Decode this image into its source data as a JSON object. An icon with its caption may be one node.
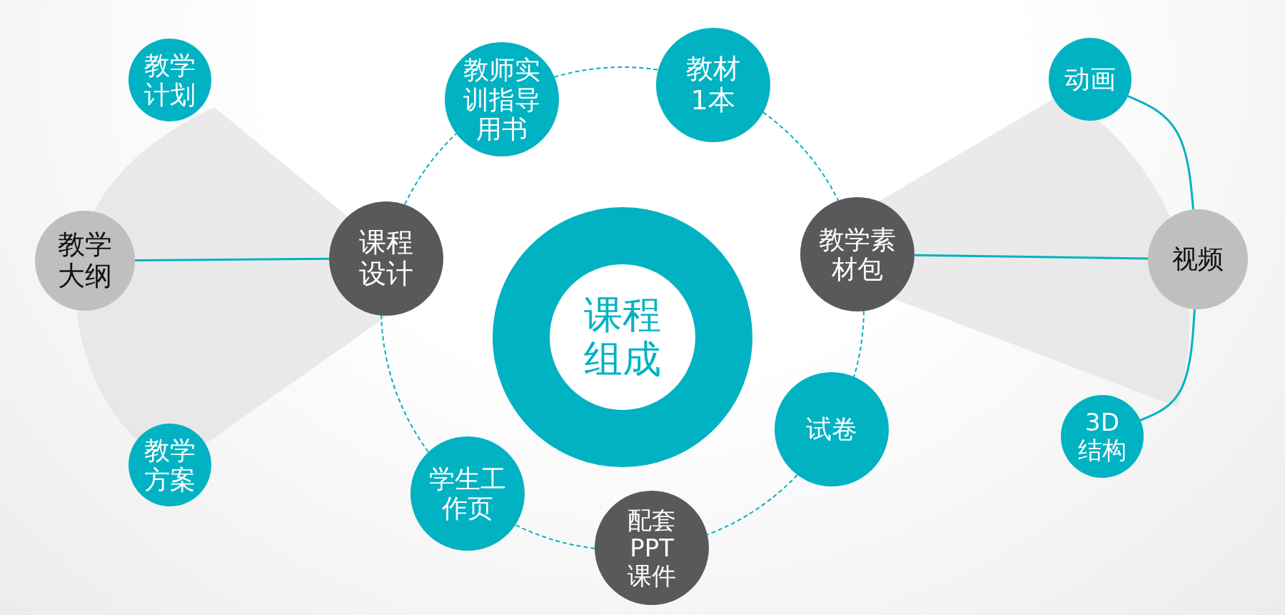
{
  "diagram": {
    "nodes": [
      {
        "text": [
          "教学计划"
        ]
      },
      {
        "text": [
          "教师实训指导用书"
        ]
      },
      {
        "text": [
          "教材1本"
        ]
      },
      {
        "text": [
          "动画"
        ]
      },
      {
        "text": [
          "教学大纲"
        ]
      },
      {
        "text": [
          "课程设计"
        ]
      },
      {
        "text": [
          "教学素材包"
        ]
      },
      {
        "text": [
          "视频"
        ]
      },
      {
        "text": [
          "课程组成"
        ]
      },
      {
        "text": [
          "试卷"
        ]
      },
      {
        "text": [
          "3D结构"
        ]
      },
      {
        "text": [
          "教学方案"
        ]
      },
      {
        "text": [
          "学生工作页"
        ]
      },
      {
        "text": [
          "配套PPT课件"
        ]
      }
    ],
    "edges": [
      {
        "from": 4,
        "to": 5,
        "arrow": "none"
      },
      {
        "from": 6,
        "to": 7,
        "arrow": "none"
      },
      {
        "from": 3,
        "to": 7,
        "arrow": "none"
      },
      {
        "from": 7,
        "to": 10,
        "arrow": "none"
      },
      {
        "from": 5,
        "to": 1,
        "arrow": "none",
        "style": "dashed"
      },
      {
        "from": 1,
        "to": 2,
        "arrow": "none",
        "style": "dashed"
      },
      {
        "from": 2,
        "to": 6,
        "arrow": "none",
        "style": "dashed"
      },
      {
        "from": 6,
        "to": 9,
        "arrow": "none",
        "style": "dashed"
      },
      {
        "from": 9,
        "to": 13,
        "arrow": "none",
        "style": "dashed"
      },
      {
        "from": 13,
        "to": 12,
        "arrow": "none",
        "style": "dashed"
      },
      {
        "from": 12,
        "to": 5,
        "arrow": "none",
        "style": "dashed"
      }
    ]
  }
}
